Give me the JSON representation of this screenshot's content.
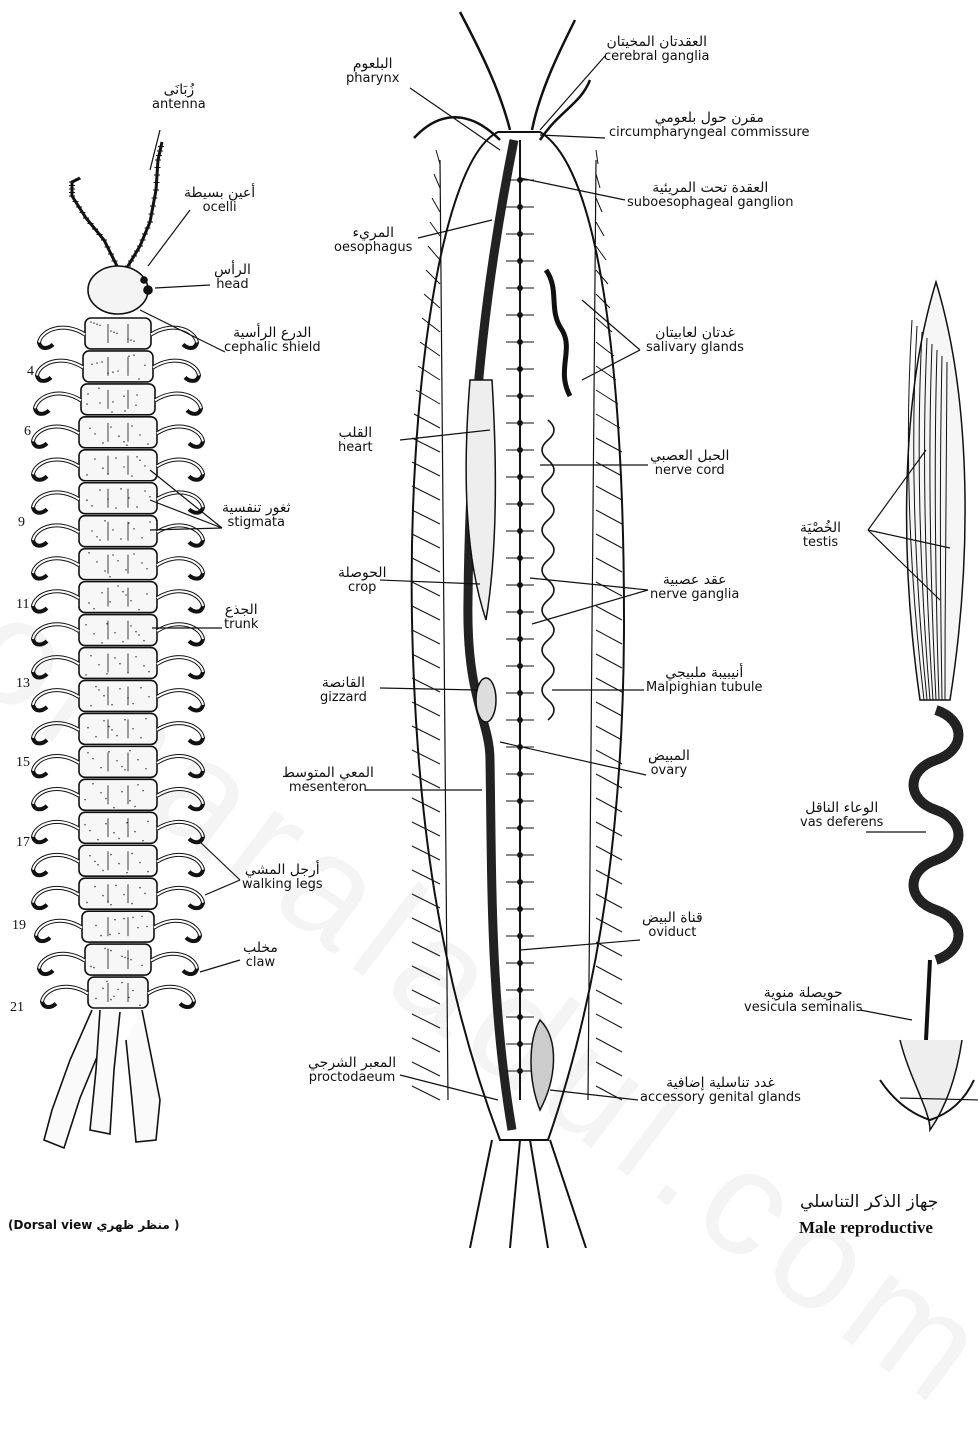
{
  "watermark": "omaraladul.com",
  "labels": {
    "antenna": {
      "ar": "زُبَانَى",
      "en": "antenna"
    },
    "ocelli": {
      "ar": "أعين بسيطة",
      "en": "ocelli"
    },
    "head": {
      "ar": "الرأس",
      "en": "head"
    },
    "cephalic_shield": {
      "ar": "الدرع الرأسية",
      "en": "cephalic shield"
    },
    "stigmata": {
      "ar": "ثغور تنفسية",
      "en": "stigmata"
    },
    "trunk": {
      "ar": "الجذع",
      "en": "trunk"
    },
    "walking_legs": {
      "ar": "أرجل المشي",
      "en": "walking legs"
    },
    "claw": {
      "ar": "مخلب",
      "en": "claw"
    },
    "pharynx": {
      "ar": "البلعوم",
      "en": "pharynx"
    },
    "oesophagus": {
      "ar": "المريء",
      "en": "oesophagus"
    },
    "heart": {
      "ar": "القلب",
      "en": "heart"
    },
    "crop": {
      "ar": "الحوصلة",
      "en": "crop"
    },
    "gizzard": {
      "ar": "القانصة",
      "en": "gizzard"
    },
    "mesenteron": {
      "ar": "المعي المتوسط",
      "en": "mesenteron"
    },
    "proctodaeum": {
      "ar": "المعبر الشرجي",
      "en": "proctodaeum"
    },
    "cerebral_ganglia": {
      "ar": "العقدتان المخيتان",
      "en": "cerebral ganglia"
    },
    "circumpharyngeal": {
      "ar": "مقرن حول بلعومي",
      "en": "circumpharyngeal commissure"
    },
    "suboesophageal": {
      "ar": "العقدة تحت المريئية",
      "en": "suboesophageal ganglion"
    },
    "salivary": {
      "ar": "غدتان لعابيتان",
      "en": "salivary glands"
    },
    "nerve_cord": {
      "ar": "الحبل العصبي",
      "en": "nerve cord"
    },
    "nerve_ganglia": {
      "ar": "عقد عصبية",
      "en": "nerve ganglia"
    },
    "malpighian": {
      "ar": "أنيبيبة ملبيجي",
      "en": "Malpighian tubule"
    },
    "ovary": {
      "ar": "المبيض",
      "en": "ovary"
    },
    "oviduct": {
      "ar": "قناة البيض",
      "en": "oviduct"
    },
    "accessory": {
      "ar": "غدد تناسلية إضافية",
      "en": "accessory genital glands"
    },
    "testis": {
      "ar": "الخُصْيَة",
      "en": "testis"
    },
    "vas_deferens": {
      "ar": "الوعاء الناقل",
      "en": "vas deferens"
    },
    "vesicula": {
      "ar": "حويصلة منوية",
      "en": "vesicula seminalis"
    }
  },
  "segment_numbers": [
    "4",
    "6",
    "9",
    "11",
    "13",
    "15",
    "17",
    "19",
    "21"
  ],
  "captions": {
    "dorsal_view": "(Dorsal view  منظر ظهري )",
    "male_ar": "جهاز الذكر التناسلي",
    "male_en": "Male reproductive"
  }
}
